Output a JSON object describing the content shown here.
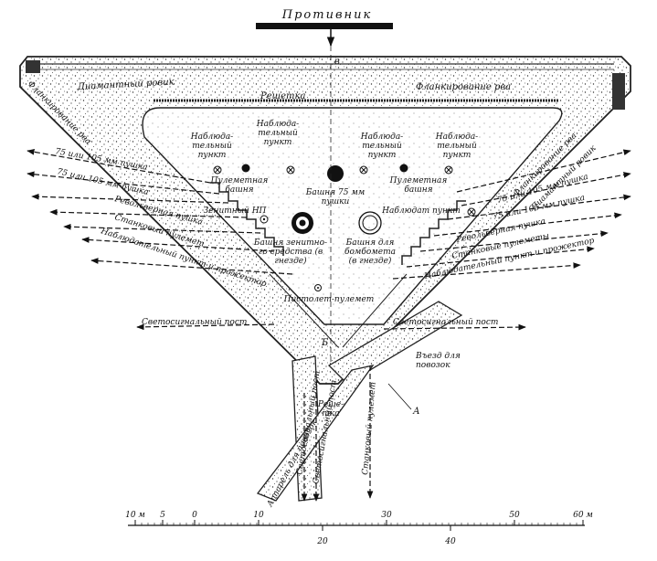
{
  "header": {
    "title": "Противник"
  },
  "points": {
    "b": "в",
    "five": "Б",
    "a": "А"
  },
  "top": {
    "ditch": "Диамантный ровик",
    "flank": "Фланкирование рва",
    "grating": "Решетка"
  },
  "interior": {
    "obs1": "Наблюда-\nтельный\nпункт",
    "obs2": "Наблюда-\nтельный\nпункт",
    "obs3": "Наблюда-\nтельный\nпункт",
    "obs4": "Наблюда-\nтельный\nпункт",
    "mg_tower_left": "Пулеметная\nбашня",
    "mg_tower_right": "Пулеметная\nбашня",
    "tower75": "Башня 75 мм\nпушки",
    "zenith_np": "Зенитный НП",
    "obs_point": "Наблюдат пункт",
    "aa_tower": "Башня зенитно-\nго средства (в\nгнезде)",
    "mortar_tower": "Башня для\nбомбомета\n(в гнезде)",
    "pistol_mg": "Пистолет-пулемет"
  },
  "left_arrows": {
    "gun1": "75 или 105 мм пушка",
    "gun2": "75 или 105 мм пушка",
    "flank": "Фланкирование рва",
    "revolver": "Револьверная пушка",
    "mg": "Станковый пулемет",
    "observer": "Наблюдательный пункт и прожектор"
  },
  "right_arrows": {
    "flank": "Фланкирование рва",
    "ditch": "Диамантный ровик",
    "gun1": "75 или 105 мм пушка",
    "gun2": "75 или 105 мм пушка",
    "revolver": "Револьверная пушка",
    "mg": "Станковые пулеметы",
    "observer": "Наблюдательный пункт и прожектор"
  },
  "signals": {
    "left": "Светосигнальный пост",
    "right": "Светосигнальный пост",
    "bottom1": "Светосигнальный пост",
    "bottom2": "Светосигнальный пост",
    "grating": "Реше-\nтка",
    "mg_bottom": "Станковый пулемет",
    "entry": "Въезд для\nповозок",
    "ramp": "Аппарель для\nповозок"
  },
  "scale": {
    "top_ticks": [
      "10 м",
      "5",
      "0",
      "10",
      "30",
      "50",
      "60 м"
    ],
    "bottom_ticks": [
      "20",
      "40"
    ]
  }
}
